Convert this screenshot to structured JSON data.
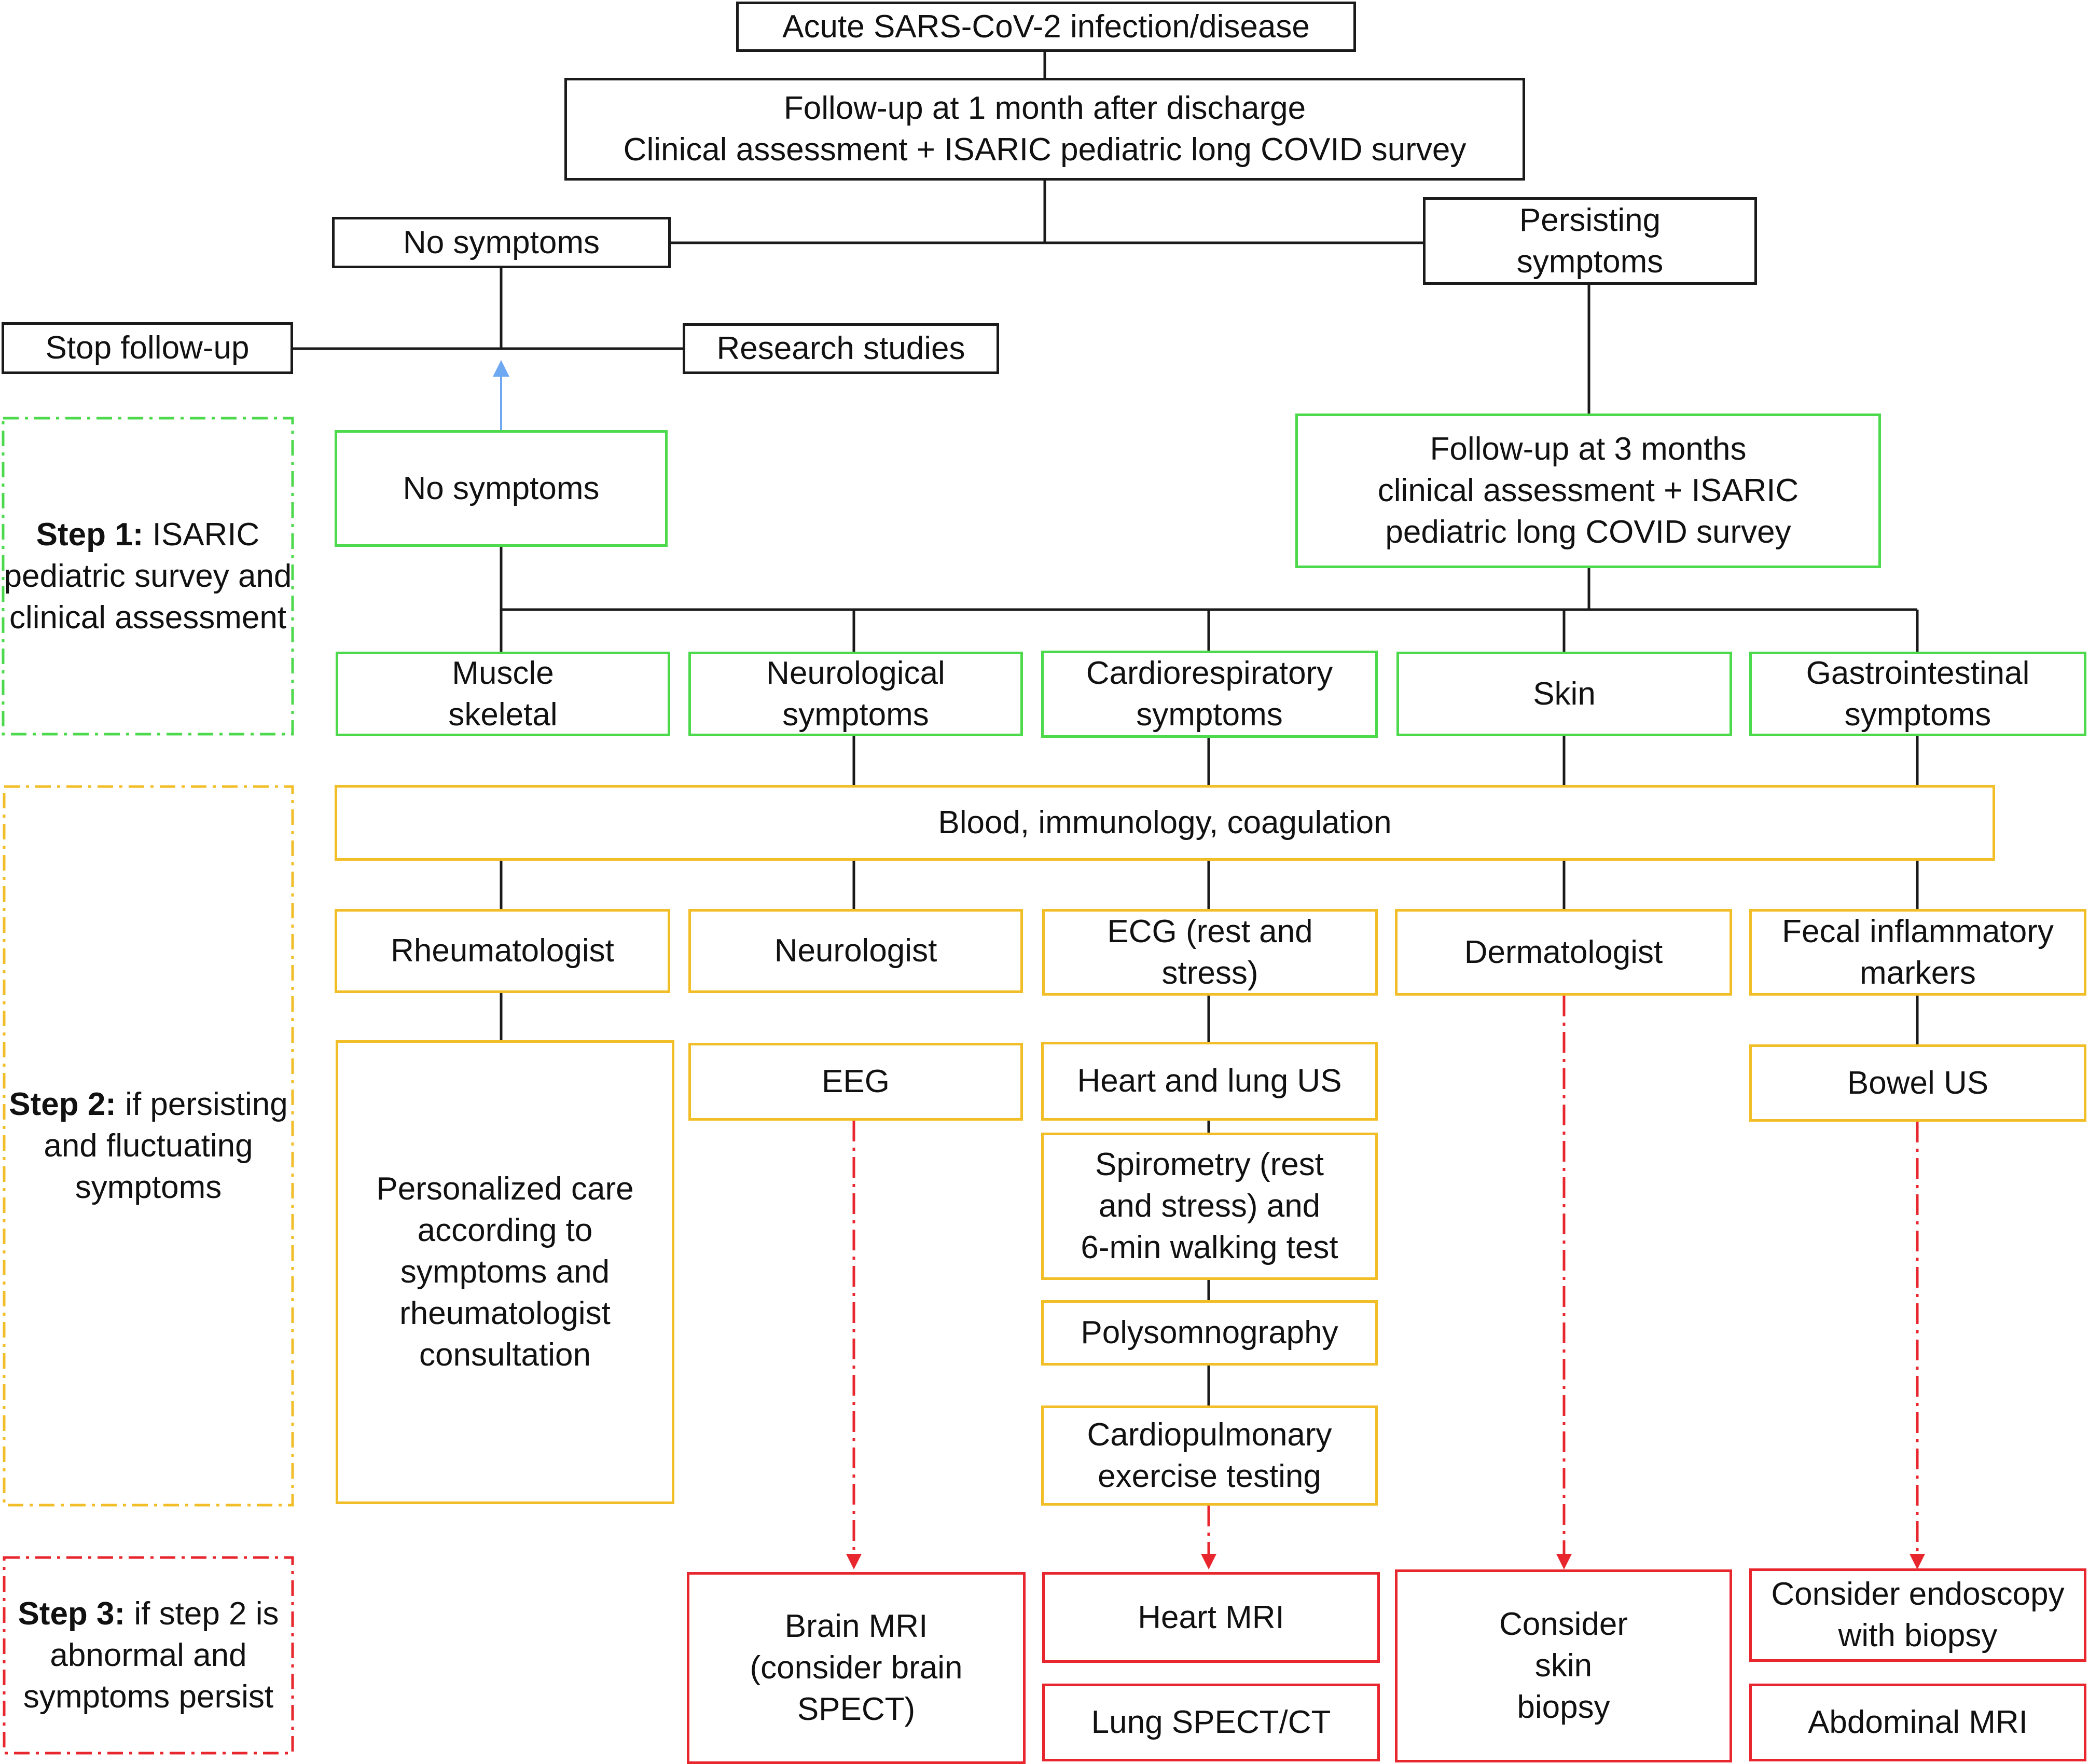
{
  "colors": {
    "black": "#1a1a1a",
    "green": "#4cd94c",
    "yellow": "#f2be28",
    "red": "#e8262e",
    "blue_arrow": "#6ea8f2"
  },
  "steps": {
    "step1": {
      "bold": "Step 1:",
      "rest": " ISARIC\npediatric survey\nand clinical\nassessment"
    },
    "step2": {
      "bold": "Step 2:",
      "rest": " if\npersisting and\nfluctuating\nsymptoms"
    },
    "step3": {
      "bold": "Step 3:",
      "rest": " if step 2\nis abnormal and\nsymptoms persist"
    }
  },
  "nodes": {
    "acute": "Acute SARS-CoV-2 infection/disease",
    "followup1": "Follow-up at 1 month after discharge\nClinical assessment + ISARIC pediatric long COVID survey",
    "no_symptoms_top": "No symptoms",
    "persisting": "Persisting\nsymptoms",
    "stop_followup": "Stop follow-up",
    "research": "Research studies",
    "no_symptoms_green": "No symptoms",
    "followup3": "Follow-up at 3 months\nclinical assessment + ISARIC\npediatric long COVID survey",
    "muscle": "Muscle\nskeletal",
    "neuro_symptoms": "Neurological\nsymptoms",
    "cardio_symptoms": "Cardiorespiratory\nsymptoms",
    "skin": "Skin",
    "gi_symptoms": "Gastrointestinal\nsymptoms",
    "blood": "Blood, immunology, coagulation",
    "rheumatologist": "Rheumatologist",
    "neurologist": "Neurologist",
    "ecg": "ECG (rest and\nstress)",
    "dermatologist": "Dermatologist",
    "fecal": "Fecal inflammatory\nmarkers",
    "personalized": "Personalized care\naccording to\nsymptoms and\nrheumatologist\nconsultation",
    "eeg": "EEG",
    "heart_lung_us": "Heart and lung US",
    "spirometry": "Spirometry (rest\nand stress) and\n6-min walking test",
    "polysomnography": "Polysomnography",
    "cpet": "Cardiopulmonary\nexercise testing",
    "bowel_us": "Bowel US",
    "brain_mri": "Brain MRI\n(consider brain\nSPECT)",
    "heart_mri": "Heart MRI",
    "lung_spect": "Lung SPECT/CT",
    "skin_biopsy": "Consider\nskin\nbiopsy",
    "endoscopy": "Consider endoscopy\nwith biopsy",
    "abdominal_mri": "Abdominal MRI"
  }
}
